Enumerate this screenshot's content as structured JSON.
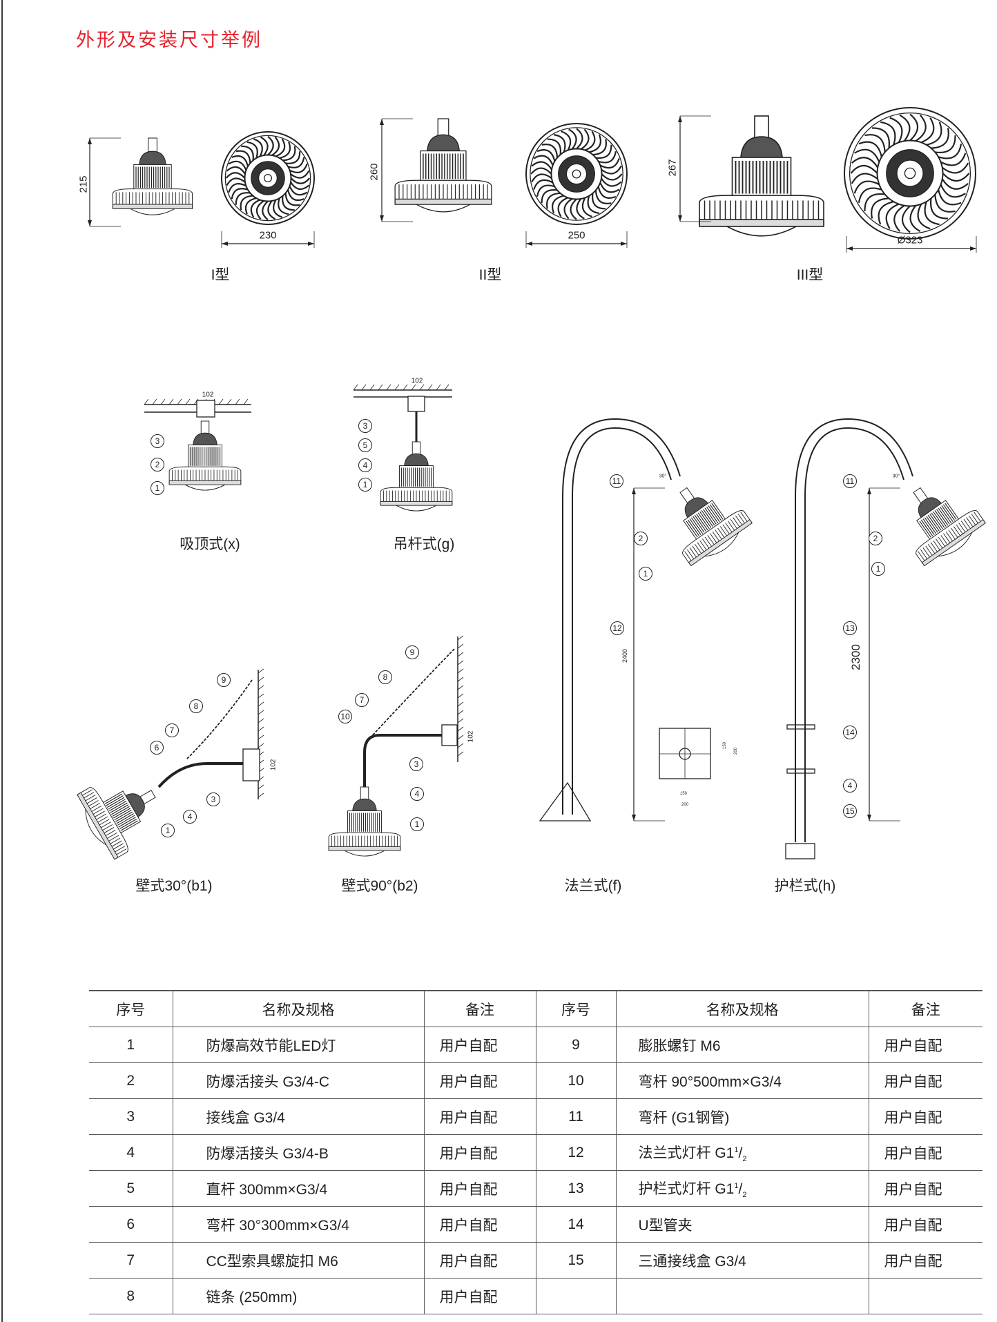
{
  "title": "外形及安装尺寸举例",
  "types": [
    {
      "label": "I型",
      "height": "215",
      "width": "230"
    },
    {
      "label": "II型",
      "height": "260",
      "width": "250"
    },
    {
      "label": "III型",
      "height": "267",
      "width": "Ø323"
    }
  ],
  "mounts": {
    "x": {
      "label": "吸顶式(x)",
      "dim": "102",
      "callouts": [
        "3",
        "2",
        "1"
      ]
    },
    "g": {
      "label": "吊杆式(g)",
      "dim": "102",
      "callouts": [
        "3",
        "5",
        "4",
        "1"
      ]
    },
    "b1": {
      "label": "壁式30°(b1)",
      "dim": "102",
      "callouts": [
        "9",
        "8",
        "7",
        "6",
        "4",
        "1",
        "3"
      ]
    },
    "b2": {
      "label": "壁式90°(b2)",
      "dim": "102",
      "callouts": [
        "9",
        "8",
        "7",
        "10",
        "3",
        "4",
        "1"
      ]
    },
    "f": {
      "label": "法兰式(f)",
      "dim": "2400",
      "angle": "30°",
      "plate_dims": [
        "150",
        "200",
        "150",
        "200"
      ],
      "callouts": [
        "11",
        "2",
        "1",
        "12"
      ]
    },
    "h": {
      "label": "护栏式(h)",
      "dim": "2300",
      "angle": "30°",
      "callouts": [
        "11",
        "2",
        "1",
        "13",
        "14",
        "4",
        "15"
      ]
    }
  },
  "table": {
    "headers": [
      "序号",
      "名称及规格",
      "备注",
      "序号",
      "名称及规格",
      "备注"
    ],
    "rows": [
      [
        "1",
        "防爆高效节能LED灯",
        "用户自配",
        "9",
        "膨胀螺钉  M6",
        "用户自配"
      ],
      [
        "2",
        "防爆活接头 G3/4-C",
        "用户自配",
        "10",
        "弯杆 90°500mm×G3/4",
        "用户自配"
      ],
      [
        "3",
        "接线盒 G3/4",
        "用户自配",
        "11",
        "弯杆 (G1钢管)",
        "用户自配"
      ],
      [
        "4",
        "防爆活接头 G3/4-B",
        "用户自配",
        "12",
        "法兰式灯杆 G1¹/₂",
        "用户自配"
      ],
      [
        "5",
        "直杆 300mm×G3/4",
        "用户自配",
        "13",
        "护栏式灯杆 G1¹/₂",
        "用户自配"
      ],
      [
        "6",
        "弯杆 30°300mm×G3/4",
        "用户自配",
        "14",
        "U型管夹",
        "用户自配"
      ],
      [
        "7",
        "CC型索具螺旋扣 M6",
        "用户自配",
        "15",
        "三通接线盒 G3/4",
        "用户自配"
      ],
      [
        "8",
        "链条 (250mm)",
        "用户自配",
        "",
        "",
        ""
      ]
    ]
  }
}
